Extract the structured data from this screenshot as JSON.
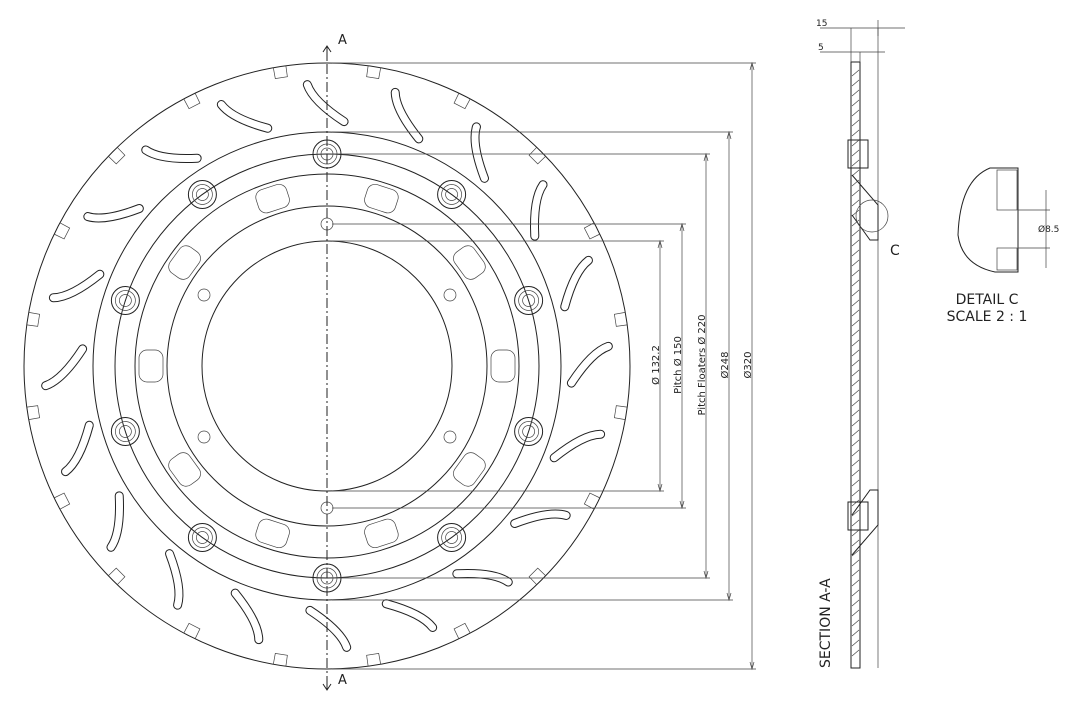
{
  "drawing": {
    "section_marker_top": "A",
    "section_marker_bottom": "A",
    "detail_marker": "C",
    "dimensions": {
      "d_inner": "Ø 132.2",
      "pitch": "Pitch Ø 150",
      "pitch_floaters": "Pitch Floaters Ø 220",
      "d_248": "Ø248",
      "d_320": "Ø320",
      "thickness_total": "15",
      "thickness_disc": "5",
      "detail_hole": "Ø8.5"
    },
    "section_title": "SECTION A-A",
    "detail_title": "DETAIL C",
    "detail_scale": "SCALE 2 : 1"
  }
}
